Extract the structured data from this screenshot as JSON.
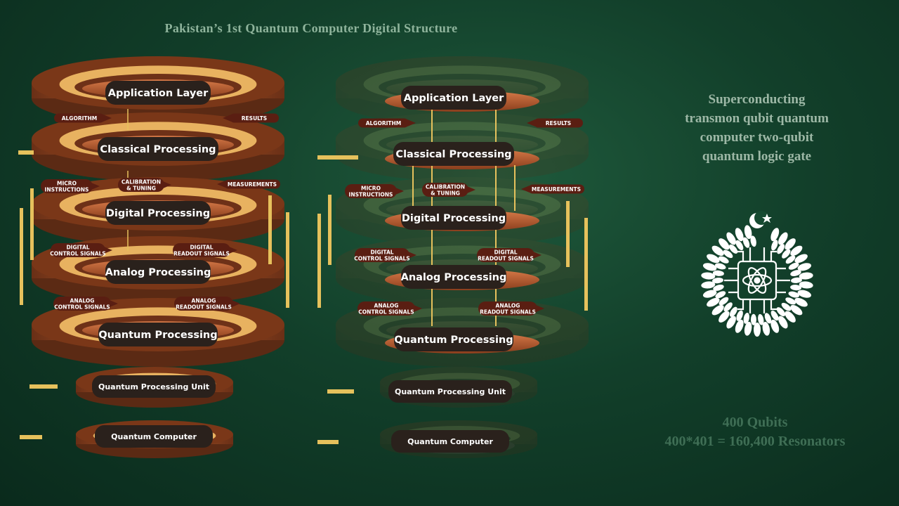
{
  "title": "Pakistan’s 1st Quantum Computer Digital Structure",
  "layers": [
    "Application Layer",
    "Classical Processing",
    "Digital Processing",
    "Analog Processing",
    "Quantum Processing",
    "Quantum Processing Unit",
    "Quantum Computer"
  ],
  "signals": {
    "algorithm": "ALGORITHM",
    "results": "RESULTS",
    "micro_instructions": [
      "MICRO",
      "INSTRUCTIONS"
    ],
    "calibration_tuning": [
      "CALIBRATION",
      "& TUNING"
    ],
    "measurements": "MEASUREMENTS",
    "digital_control": [
      "DIGITAL",
      "CONTROL SIGNALS"
    ],
    "digital_readout": [
      "DIGITAL",
      "READOUT SIGNALS"
    ],
    "analog_control": [
      "ANALOG",
      "CONTROL SIGNALS"
    ],
    "analog_readout": [
      "ANALOG",
      "READOUT SIGNALS"
    ]
  },
  "description": [
    "Superconducting",
    "transmon qubit quantum",
    "computer two-qubit",
    "quantum logic gate"
  ],
  "stats": {
    "qubits": "400 Qubits",
    "resonators": "400*401 = 160,400 Resonators"
  },
  "colors": {
    "ring_dark": "#5b2a14",
    "ring_mid": "#b8622e",
    "ring_light": "#e8b260",
    "accent_bar": "#e6c15c",
    "pill": "#2a211c",
    "tag": "#5a1e12"
  },
  "icons": [
    "crescent-star-icon",
    "atom-chip-icon",
    "leaf-wreath-icon"
  ]
}
